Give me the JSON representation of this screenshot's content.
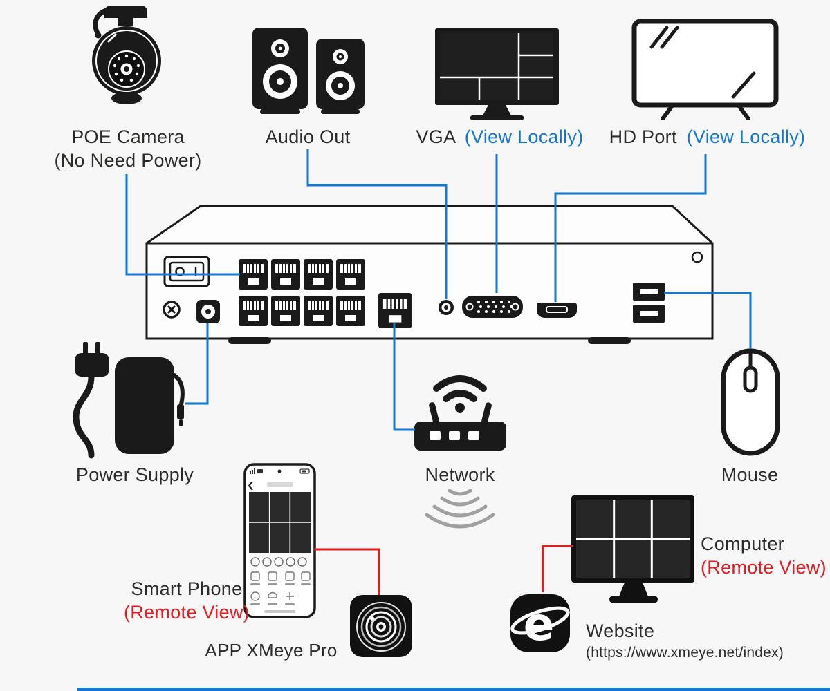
{
  "colors": {
    "background": "#f7f7f7",
    "ink": "#2c2c2a",
    "accent_blue": "#1377d4",
    "accent_red": "#e8191f",
    "ripple_gray": "#a0a0a0"
  },
  "nodes": {
    "poe_camera": {
      "label": "POE Camera",
      "note": "(No Need Power)"
    },
    "audio_out": {
      "label": "Audio Out"
    },
    "vga": {
      "label": "VGA",
      "note": "(View Locally)"
    },
    "hd_port": {
      "label": "HD Port",
      "note": "(View Locally)"
    },
    "power_supply": {
      "label": "Power Supply"
    },
    "network": {
      "label": "Network"
    },
    "mouse": {
      "label": "Mouse"
    },
    "smart_phone": {
      "label": "Smart Phone",
      "note": "(Remote View)"
    },
    "app": {
      "label": "APP XMeye Pro"
    },
    "computer": {
      "label": "Computer",
      "note": "(Remote View)"
    },
    "website": {
      "label": "Website",
      "note": "(https://www.xmeye.net/index)"
    }
  },
  "icons": {
    "website_glyph": "e"
  }
}
